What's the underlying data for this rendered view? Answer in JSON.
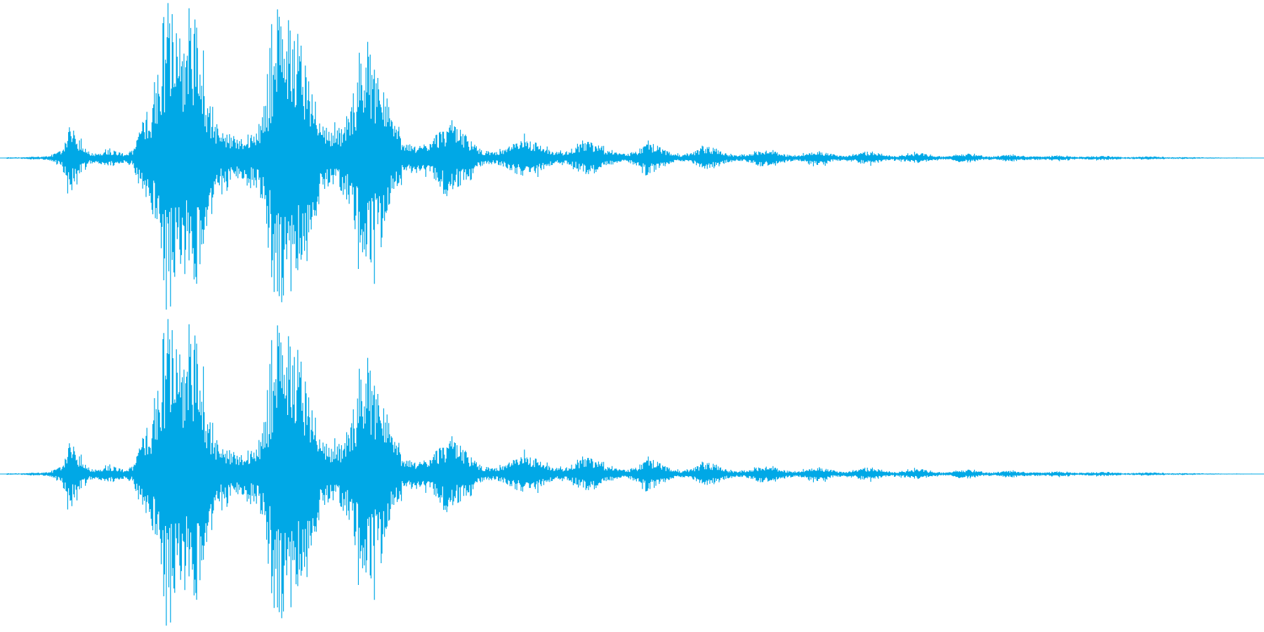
{
  "waveform": {
    "color": "#00a8e6",
    "background": "#ffffff",
    "channel_count": 2,
    "channels": [
      {
        "name": "left"
      },
      {
        "name": "right"
      }
    ],
    "envelope": [
      0.005,
      0.005,
      0.005,
      0.01,
      0.01,
      0.02,
      0.05,
      0.22,
      0.12,
      0.04,
      0.03,
      0.06,
      0.05,
      0.03,
      0.05,
      0.25,
      0.35,
      0.55,
      0.95,
      0.85,
      0.75,
      0.9,
      0.5,
      0.25,
      0.18,
      0.15,
      0.14,
      0.16,
      0.22,
      0.45,
      0.98,
      0.9,
      0.95,
      0.7,
      0.45,
      0.25,
      0.18,
      0.2,
      0.3,
      0.55,
      0.8,
      0.6,
      0.42,
      0.25,
      0.12,
      0.08,
      0.08,
      0.12,
      0.18,
      0.22,
      0.2,
      0.15,
      0.09,
      0.05,
      0.04,
      0.05,
      0.08,
      0.12,
      0.13,
      0.1,
      0.06,
      0.04,
      0.04,
      0.06,
      0.1,
      0.11,
      0.08,
      0.05,
      0.03,
      0.03,
      0.05,
      0.09,
      0.09,
      0.06,
      0.03,
      0.02,
      0.03,
      0.06,
      0.08,
      0.06,
      0.03,
      0.02,
      0.02,
      0.04,
      0.06,
      0.05,
      0.03,
      0.02,
      0.02,
      0.03,
      0.05,
      0.04,
      0.02,
      0.015,
      0.02,
      0.035,
      0.045,
      0.03,
      0.015,
      0.015,
      0.025,
      0.035,
      0.03,
      0.015,
      0.01,
      0.015,
      0.025,
      0.03,
      0.02,
      0.01,
      0.01,
      0.02,
      0.022,
      0.015,
      0.01,
      0.01,
      0.015,
      0.018,
      0.012,
      0.008,
      0.008,
      0.012,
      0.015,
      0.01,
      0.006,
      0.006,
      0.01,
      0.012,
      0.008,
      0.005,
      0.005,
      0.006,
      0.005,
      0.004,
      0.004,
      0.003,
      0.003,
      0.003,
      0.002,
      0.002
    ]
  }
}
